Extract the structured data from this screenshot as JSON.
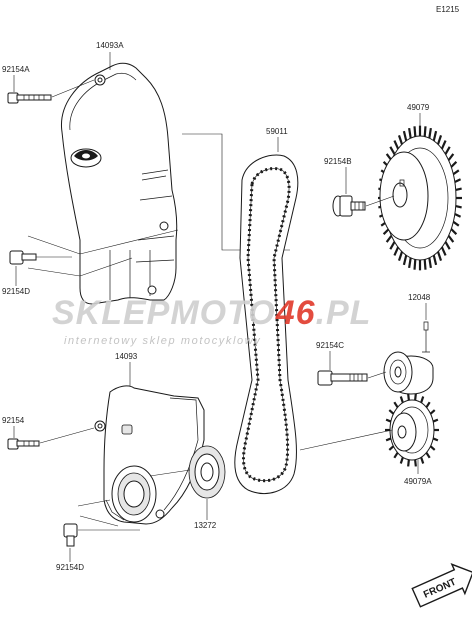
{
  "diagram_code": "E1215",
  "labels": {
    "cover_upper": "14093A",
    "bolt_upper_left": "92154A",
    "bolt_upper_bottom": "92154D",
    "belt": "59011",
    "bolt_cam": "92154B",
    "cam_pulley": "49079",
    "tensioner_spring": "12048",
    "bolt_tensioner": "92154C",
    "crank_pulley": "49079A",
    "cover_lower": "14093",
    "bolt_lower_left": "92154",
    "washer": "13272",
    "bolt_lower_bottom": "92154D"
  },
  "watermark": {
    "brand_left": "SKLEP",
    "brand_mid": "MOTO",
    "brand_num": "46",
    "brand_tld": ".PL",
    "tagline": "internetowy sklep motocyklowy"
  },
  "front_marker": "FRONT",
  "colors": {
    "line": "#1a1a1a",
    "watermark_grey": "#cfcfcf",
    "watermark_red": "#e0392b"
  }
}
